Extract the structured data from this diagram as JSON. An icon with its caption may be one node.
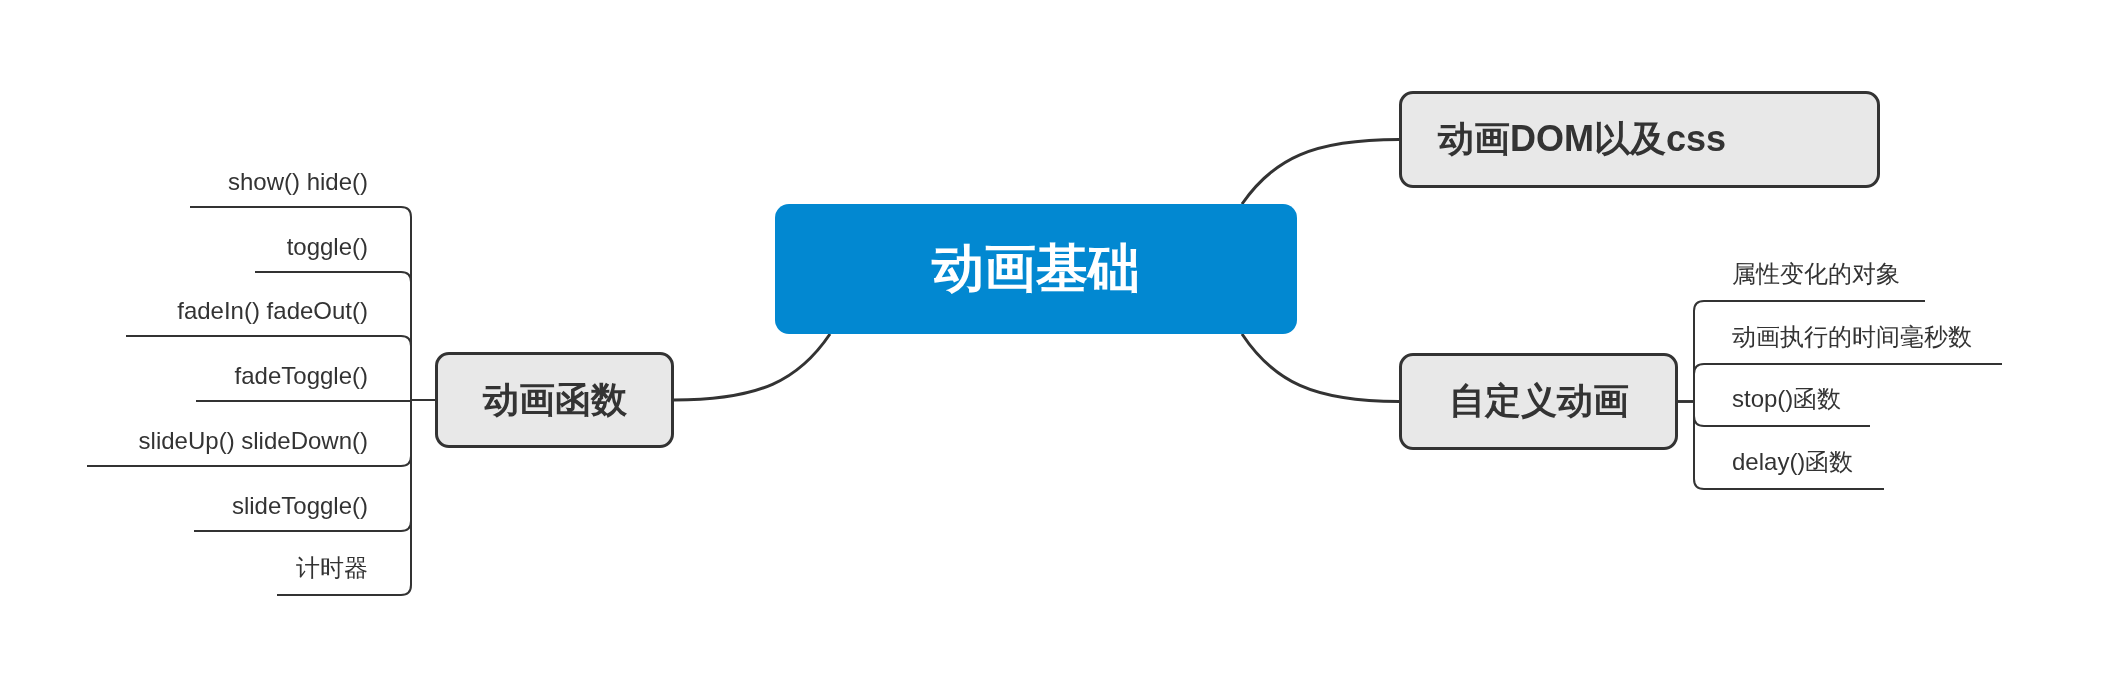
{
  "diagram": {
    "nodes": [
      {
        "text": [
          "动画基础"
        ]
      },
      {
        "text": [
          "动画DOM以及css"
        ]
      },
      {
        "text": [
          "自定义动画"
        ]
      },
      {
        "text": [
          "属性变化的对象"
        ]
      },
      {
        "text": [
          "动画执行的时间毫秒数"
        ]
      },
      {
        "text": [
          "stop()函数"
        ]
      },
      {
        "text": [
          "delay()函数"
        ]
      },
      {
        "text": [
          "动画函数"
        ]
      },
      {
        "text": [
          "show() hide()"
        ]
      },
      {
        "text": [
          "toggle()"
        ]
      },
      {
        "text": [
          "fadeIn() fadeOut()"
        ]
      },
      {
        "text": [
          "fadeToggle()"
        ]
      },
      {
        "text": [
          "slideUp() slideDown()"
        ]
      },
      {
        "text": [
          "slideToggle()"
        ]
      },
      {
        "text": [
          "计时器"
        ]
      }
    ],
    "edges": [
      {
        "from": 0,
        "to": 1,
        "arrow": "none"
      },
      {
        "from": 0,
        "to": 2,
        "arrow": "none"
      },
      {
        "from": 2,
        "to": 3,
        "arrow": "none"
      },
      {
        "from": 2,
        "to": 4,
        "arrow": "none"
      },
      {
        "from": 2,
        "to": 5,
        "arrow": "none"
      },
      {
        "from": 2,
        "to": 6,
        "arrow": "none"
      },
      {
        "from": 0,
        "to": 7,
        "arrow": "none"
      },
      {
        "from": 7,
        "to": 8,
        "arrow": "none"
      },
      {
        "from": 7,
        "to": 9,
        "arrow": "none"
      },
      {
        "from": 7,
        "to": 10,
        "arrow": "none"
      },
      {
        "from": 7,
        "to": 11,
        "arrow": "none"
      },
      {
        "from": 7,
        "to": 12,
        "arrow": "none"
      },
      {
        "from": 7,
        "to": 13,
        "arrow": "none"
      },
      {
        "from": 7,
        "to": 14,
        "arrow": "none"
      }
    ]
  }
}
